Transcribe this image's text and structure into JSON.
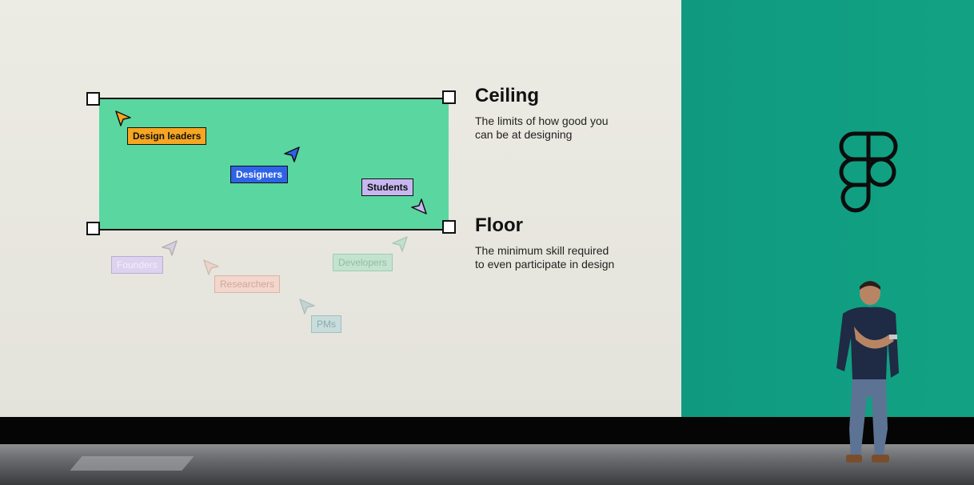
{
  "slide": {
    "ceiling": {
      "title": "Ceiling",
      "line1": "The limits of how good you",
      "line2": "can be at designing"
    },
    "floor": {
      "title": "Floor",
      "line1": "The minimum skill required",
      "line2": "to even participate in design"
    },
    "inside_labels": {
      "design_leaders": "Design leaders",
      "designers": "Designers",
      "students": "Students"
    },
    "outside_labels": {
      "founders": "Founders",
      "researchers": "Researchers",
      "developers": "Developers",
      "pms": "PMs"
    }
  },
  "colors": {
    "slide_bg": "#ecebe4",
    "box_fill": "#5ad6a0",
    "design_leaders": "#f6a623",
    "designers": "#2f63e6",
    "students": "#c7b7f0",
    "founders": "#cdbbe8",
    "researchers": "#f2c9bd",
    "developers": "#a9dcbf",
    "pms": "#a9c9cc",
    "brand_green": "#12a283"
  },
  "icons": [
    "figma-logo-icon",
    "cursor-arrow-icon"
  ]
}
